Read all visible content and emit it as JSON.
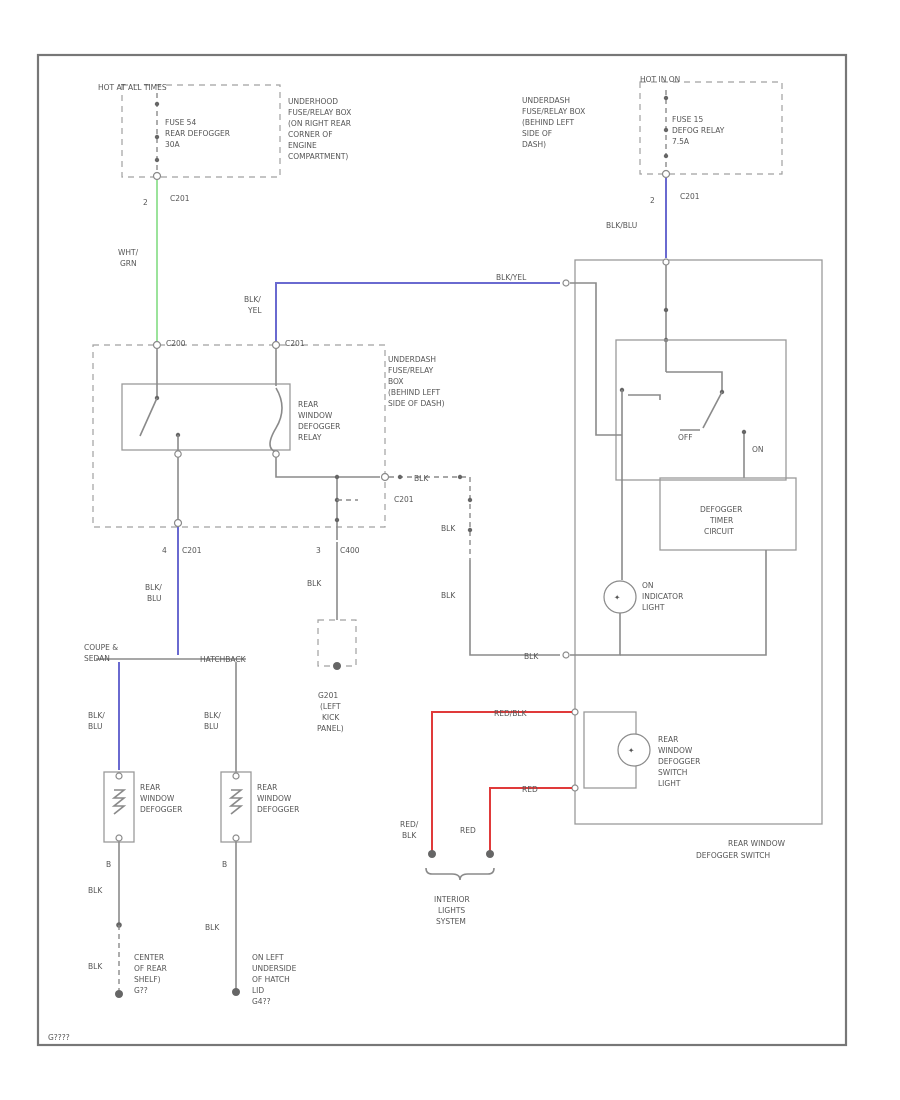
{
  "colors": {
    "wire": "#8a8a8a",
    "wire_green": "#9be39b",
    "wire_blue": "#6a6ad0",
    "wire_red": "#e03a3a"
  },
  "fuse_box_left": {
    "header": "HOT AT ALL TIMES",
    "fuse_label": [
      "FUSE 54",
      "REAR DEFOGGER",
      "30A"
    ],
    "location": [
      "UNDERHOOD",
      "FUSE/RELAY BOX",
      "(ON RIGHT REAR",
      "CORNER OF",
      "ENGINE",
      "COMPARTMENT)"
    ],
    "pin": "2",
    "connector": "C201"
  },
  "fuse_box_right": {
    "header": "HOT IN ON",
    "fuse_label": [
      "FUSE 15",
      "DEFOG RELAY",
      "7.5A"
    ],
    "location": [
      "UNDERDASH",
      "FUSE/RELAY BOX",
      "(BEHIND LEFT",
      "SIDE OF",
      "DASH)"
    ],
    "pin": "2",
    "connector": "C201"
  },
  "wires": {
    "wht_grn": [
      "WHT/",
      "GRN"
    ],
    "blk_yel": [
      "BLK/",
      "YEL"
    ],
    "blk_yel_top": "BLK/YEL",
    "blk_blu_right": "BLK/BLU",
    "blk_c201_out": "BLK",
    "blk_ground_wire": "BLK",
    "blk_switch_feed": "BLK",
    "blk_switch_in": "BLK",
    "blk_blu_main": [
      "BLK/",
      "BLU"
    ],
    "blk_blu_coupe": [
      "BLK/",
      "BLU"
    ],
    "blk_blu_hatch": [
      "BLK/",
      "BLU"
    ],
    "blk_def1_out": "BLK",
    "blk_def2_out": "BLK",
    "blk_ground_left": "BLK",
    "red_blk_top": "RED/BLK",
    "red_top": "RED",
    "red_blk_bottom": [
      "RED/",
      "BLK"
    ],
    "red_bottom": "RED"
  },
  "connectors": {
    "c201_relay_left": "C200",
    "c201_relay_right": "C201",
    "c201_relay_out": "C201",
    "c401_pin": "4",
    "c401_label": "C201",
    "c400_pin": "3",
    "c400_label": "C400"
  },
  "relay_box": {
    "location": [
      "UNDERDASH",
      "FUSE/RELAY",
      "BOX",
      "(BEHIND LEFT",
      "SIDE OF DASH)"
    ],
    "relay_label": [
      "REAR",
      "WINDOW",
      "DEFOGGER",
      "RELAY"
    ]
  },
  "branches": {
    "coupe": [
      "COUPE &",
      "SEDAN"
    ],
    "hatch": "HATCHBACK"
  },
  "defogger_left": {
    "label": [
      "REAR",
      "WINDOW",
      "DEFOGGER"
    ],
    "pin": "B"
  },
  "defogger_right": {
    "label": [
      "REAR",
      "WINDOW",
      "DEFOGGER"
    ],
    "pin": "B"
  },
  "grounds": {
    "g201": [
      "G201",
      "(LEFT",
      "KICK",
      "PANEL)"
    ],
    "g601": [
      "CENTER",
      "OF REAR",
      "SHELF)",
      "G??"
    ],
    "g602": [
      "ON LEFT",
      "UNDERSIDE",
      "OF HATCH",
      "LID",
      "G4??"
    ]
  },
  "switch": {
    "label": [
      "REAR WINDOW",
      "DEFOGGER SWITCH"
    ],
    "off": "OFF",
    "on": "ON",
    "timer": [
      "DEFOGGER",
      "TIMER",
      "CIRCUIT"
    ],
    "indicator": [
      "ON",
      "INDICATOR",
      "LIGHT"
    ],
    "switch_light": [
      "REAR",
      "WINDOW",
      "DEFOGGER",
      "SWITCH",
      "LIGHT"
    ]
  },
  "interior": [
    "INTERIOR",
    "LIGHTS",
    "SYSTEM"
  ],
  "footer_code": "G????"
}
